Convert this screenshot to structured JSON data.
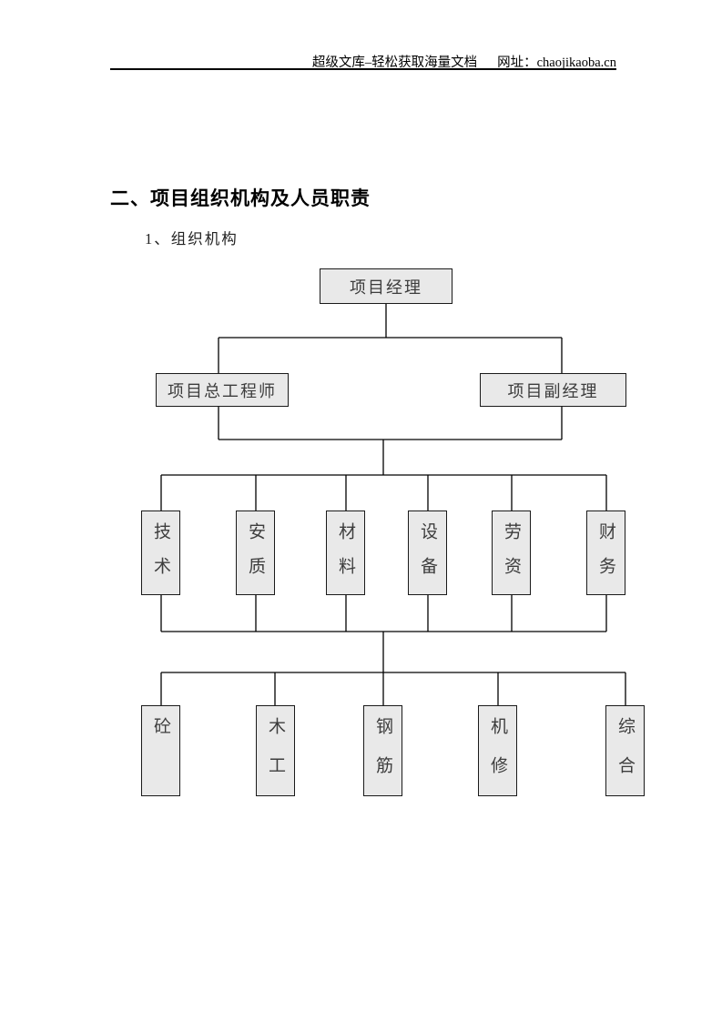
{
  "header": {
    "site_text": "超级文库–轻松获取海量文档",
    "url_text": "网址：chaojikaoba.cn"
  },
  "section": {
    "heading": "二、项目组织机构及人员职责",
    "subheading": "1、组织机构"
  },
  "org_chart": {
    "level1": [
      {
        "label": "项目经理"
      }
    ],
    "level2": [
      {
        "label": "项目总工程师"
      },
      {
        "label": "项目副经理"
      }
    ],
    "level3": [
      {
        "label": "技术"
      },
      {
        "label": "安质"
      },
      {
        "label": "材料"
      },
      {
        "label": "设备"
      },
      {
        "label": "劳资"
      },
      {
        "label": "财务"
      }
    ],
    "level4": [
      {
        "label": "砼"
      },
      {
        "label": "木工"
      },
      {
        "label": "钢筋"
      },
      {
        "label": "机修"
      },
      {
        "label": "综合"
      }
    ]
  },
  "colors": {
    "box_fill": "#e9e9e9",
    "box_border": "#1a1a1a",
    "connector": "#000000"
  }
}
